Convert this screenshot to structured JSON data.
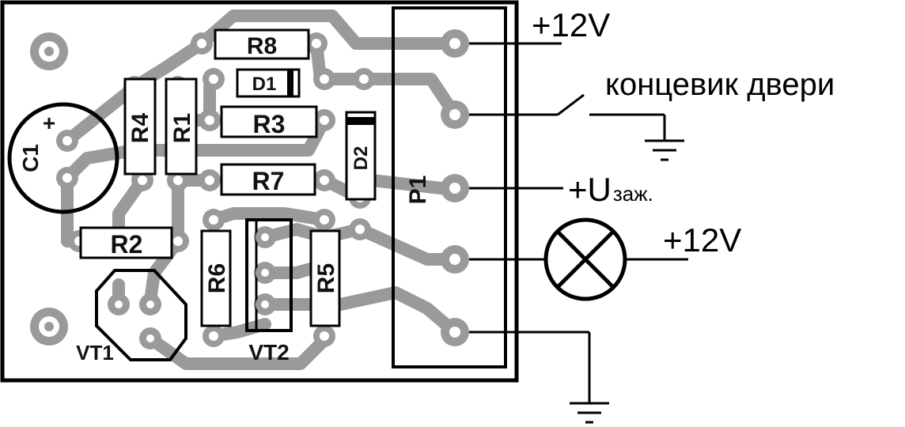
{
  "labels": {
    "r8": "R8",
    "d1": "D1",
    "r3": "R3",
    "r4": "R4",
    "r1": "R1",
    "c1": "C1",
    "c1_plus": "+",
    "d2": "D2",
    "r7": "R7",
    "p1": "P1",
    "r2": "R2",
    "r6": "R6",
    "r5": "R5",
    "vt1": "VT1",
    "vt2": "VT2"
  },
  "connections": {
    "pin1": "+12V",
    "pin2": "концевик двери",
    "pin3_main": "+U",
    "pin3_sub": "заж.",
    "pin4": "+12V"
  },
  "colors": {
    "board": "#ffffff",
    "trace": "#9a9a9a",
    "silkscreen": "#000000"
  }
}
